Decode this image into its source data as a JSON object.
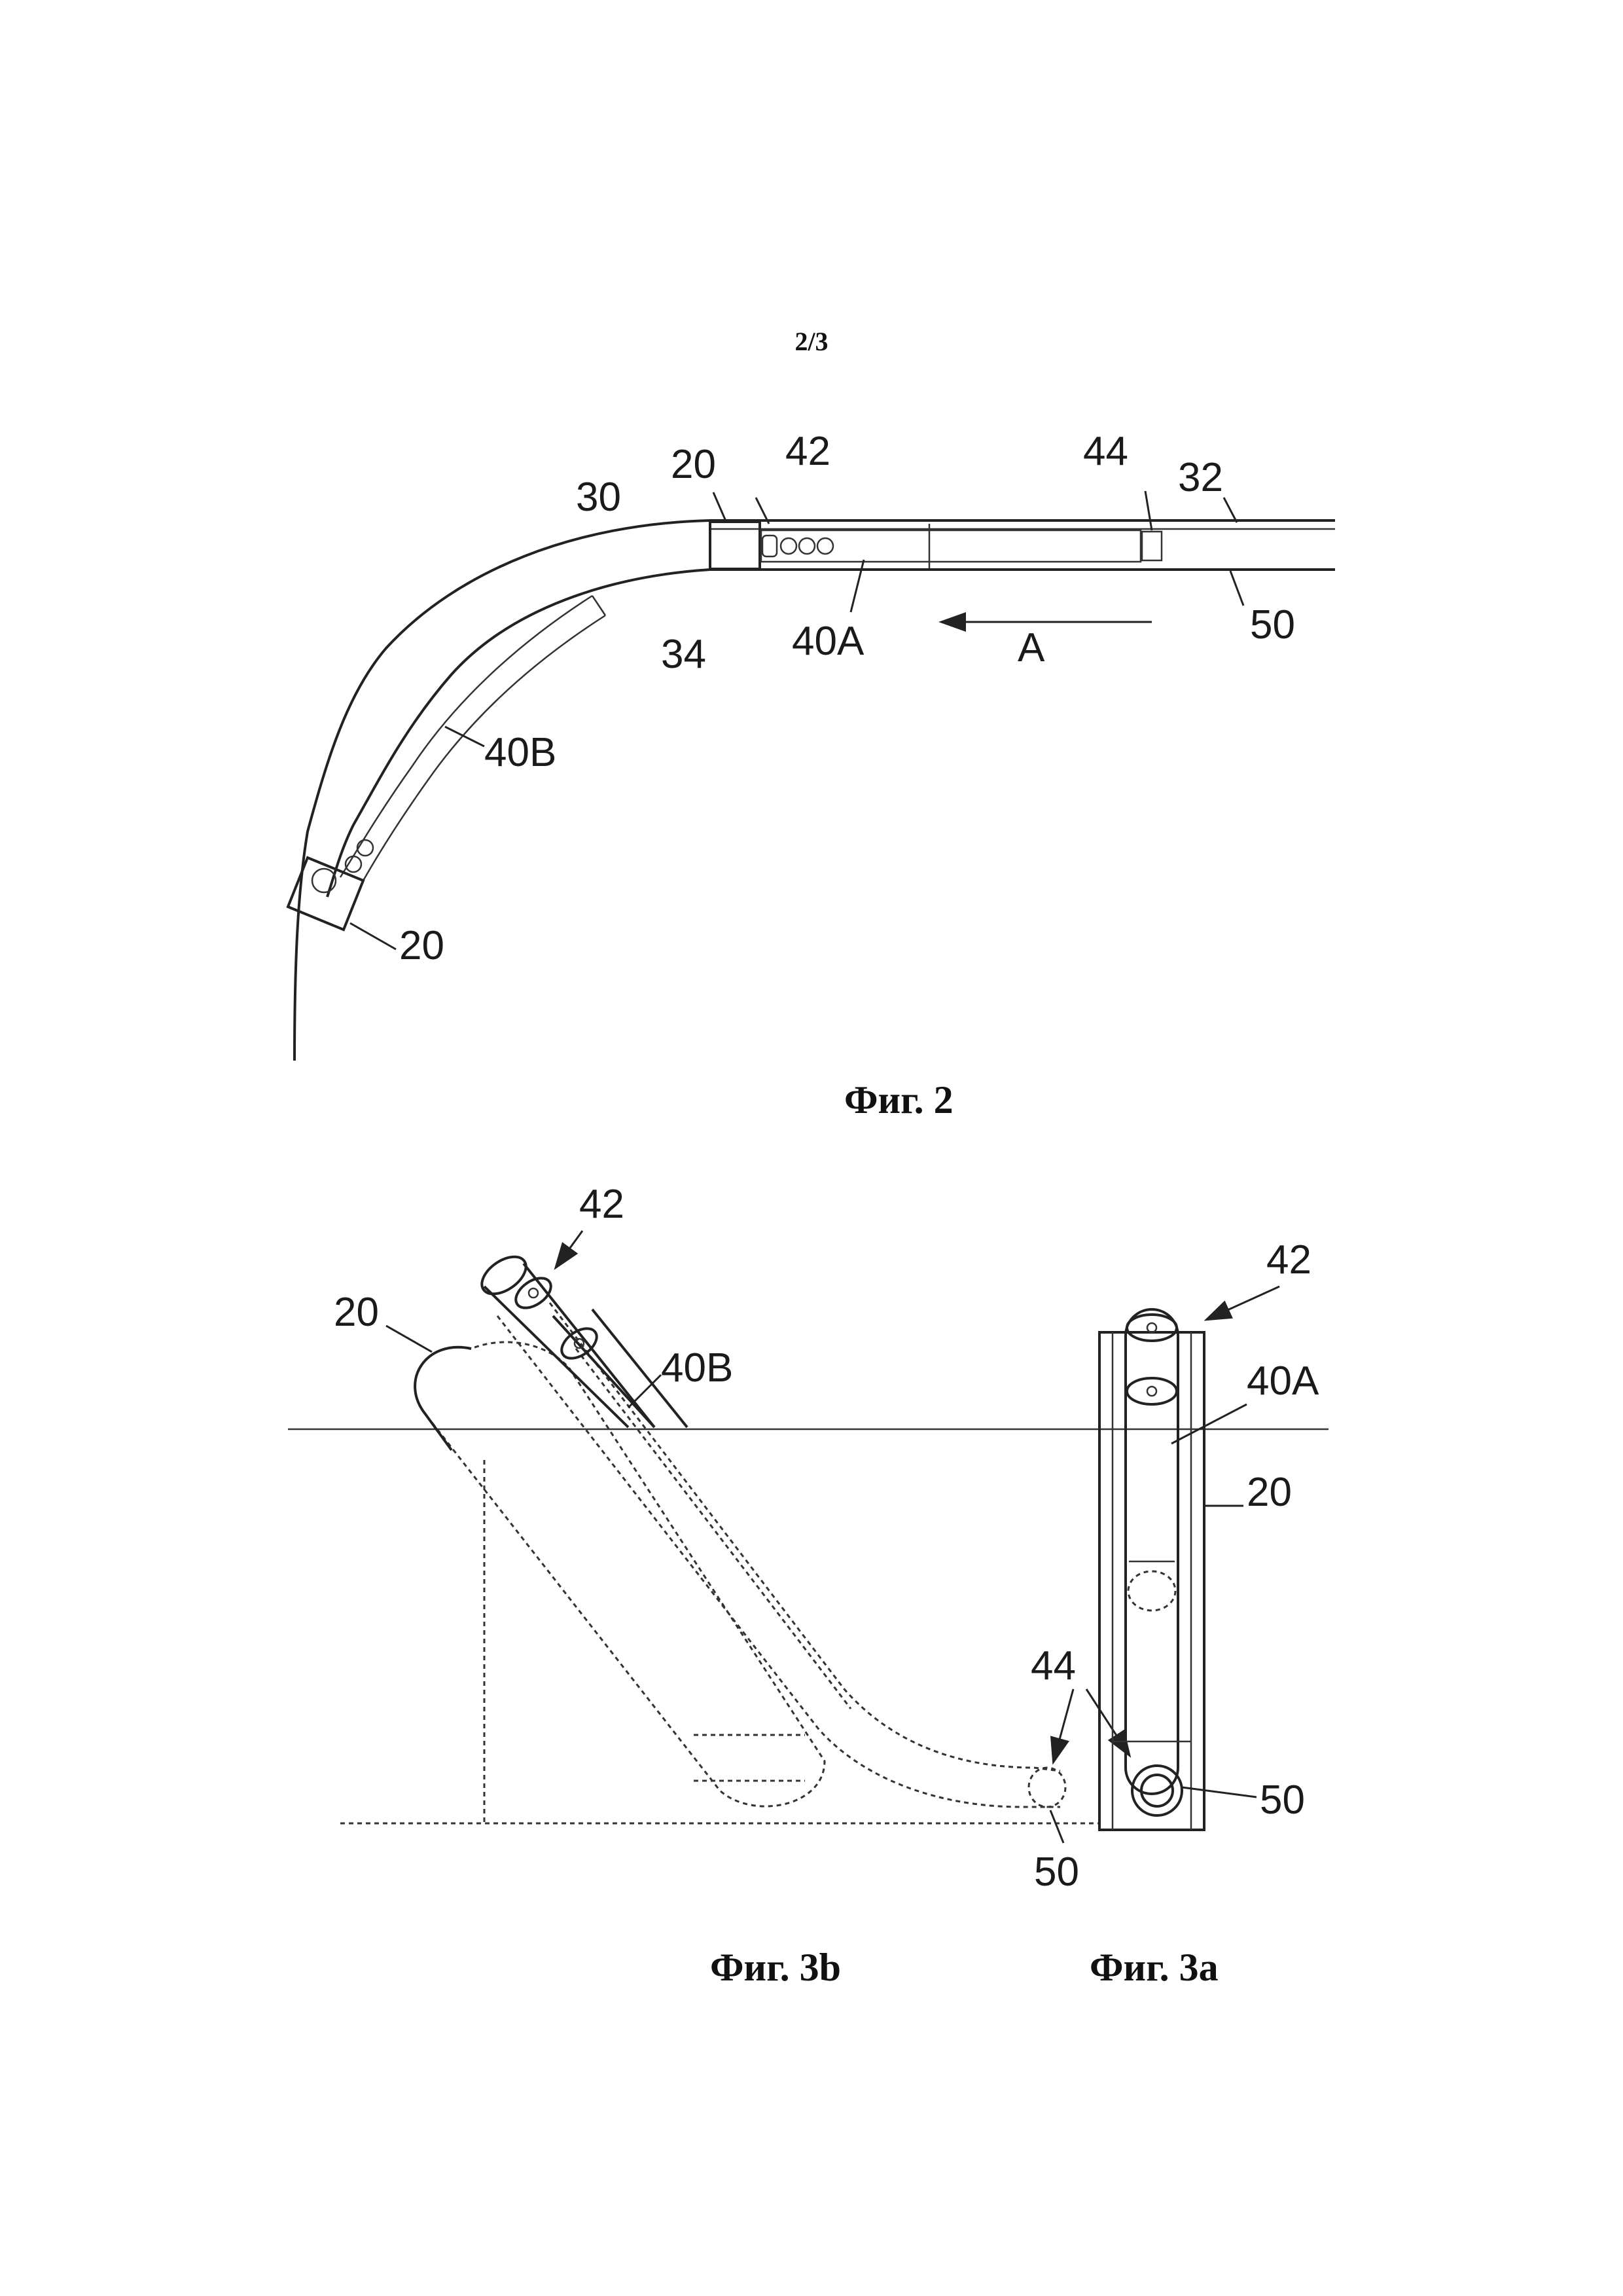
{
  "page": {
    "number": "2/3"
  },
  "figure2": {
    "caption": "Фиг. 2",
    "labels": {
      "l30": "30",
      "l20_top": "20",
      "l42": "42",
      "l44": "44",
      "l32": "32",
      "l34": "34",
      "l40A": "40A",
      "lA": "A",
      "l50": "50",
      "l40B": "40B",
      "l20_bottom": "20"
    }
  },
  "figure3b": {
    "caption": "Фиг. 3b",
    "labels": {
      "l42": "42",
      "l20": "20",
      "l40B": "40B",
      "l44": "44",
      "l50": "50"
    }
  },
  "figure3a": {
    "caption": "Фиг. 3a",
    "labels": {
      "l42": "42",
      "l40A": "40A",
      "l20": "20",
      "l50": "50"
    }
  }
}
